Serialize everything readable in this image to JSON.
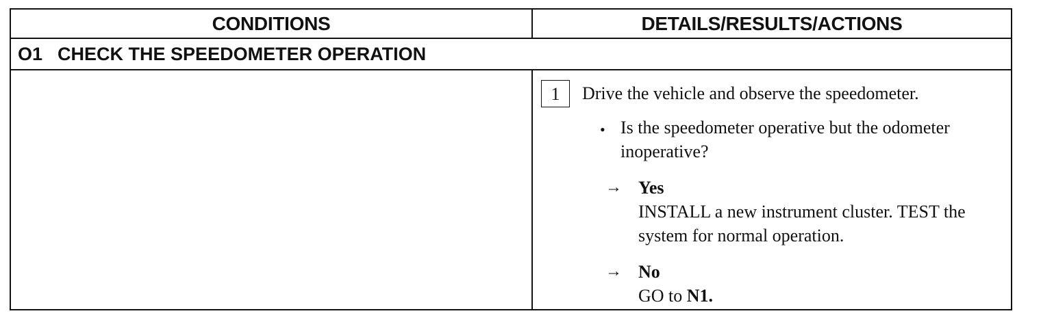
{
  "table": {
    "col_conditions": "CONDITIONS",
    "col_details": "DETAILS/RESULTS/ACTIONS"
  },
  "section": {
    "id": "O1",
    "title": "CHECK THE SPEEDOMETER OPERATION"
  },
  "step": {
    "number": "1",
    "instruction": "Drive the vehicle and observe the speedometer.",
    "question": "Is the speedometer operative but the odometer inoperative?",
    "yes": {
      "label": "Yes",
      "action": "INSTALL a new instrument cluster. TEST the system for normal operation."
    },
    "no": {
      "label": "No",
      "action_prefix": "GO to ",
      "action_target": "N1."
    }
  }
}
